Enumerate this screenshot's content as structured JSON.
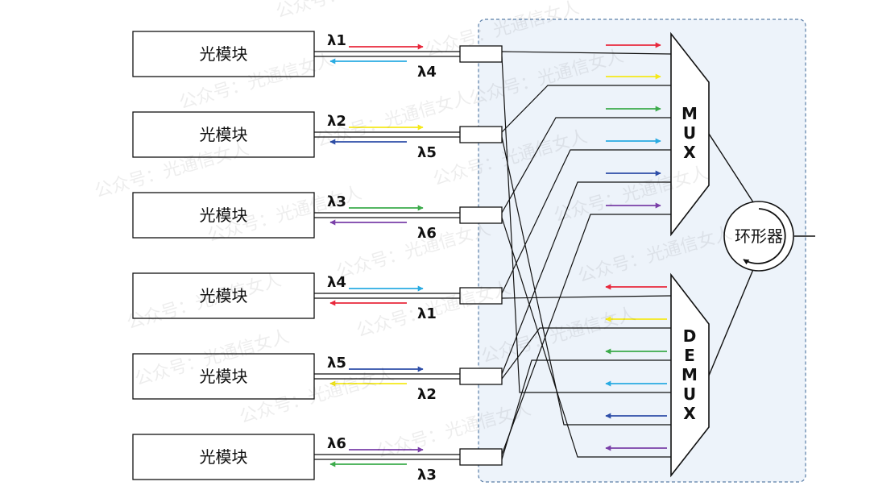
{
  "modules": [
    {
      "label": "光模块",
      "tx": "λ1",
      "rx": "λ4",
      "tx_color": "#e8283c",
      "rx_color": "#29abe2"
    },
    {
      "label": "光模块",
      "tx": "λ2",
      "rx": "λ5",
      "tx_color": "#f5e91a",
      "rx_color": "#2e4ea8"
    },
    {
      "label": "光模块",
      "tx": "λ3",
      "rx": "λ6",
      "tx_color": "#3cab4b",
      "rx_color": "#7a3fa8"
    },
    {
      "label": "光模块",
      "tx": "λ4",
      "rx": "λ1",
      "tx_color": "#29abe2",
      "rx_color": "#e8283c"
    },
    {
      "label": "光模块",
      "tx": "λ5",
      "rx": "λ2",
      "tx_color": "#2e4ea8",
      "rx_color": "#f5e91a"
    },
    {
      "label": "光模块",
      "tx": "λ6",
      "rx": "λ3",
      "tx_color": "#7a3fa8",
      "rx_color": "#3cab4b"
    }
  ],
  "mux": {
    "label": "MUX",
    "port_colors": [
      "#e8283c",
      "#f5e91a",
      "#3cab4b",
      "#29abe2",
      "#2e4ea8",
      "#7a3fa8"
    ]
  },
  "demux": {
    "label": "DEMUX",
    "port_colors": [
      "#e8283c",
      "#f5e91a",
      "#3cab4b",
      "#29abe2",
      "#2e4ea8",
      "#7a3fa8"
    ]
  },
  "circulator": {
    "label": "环形器"
  },
  "watermark": "公众号：光通信女人",
  "colors": {
    "panel_fill": "#edf3fa",
    "panel_border": "#5b7fa8",
    "line": "#111111"
  }
}
